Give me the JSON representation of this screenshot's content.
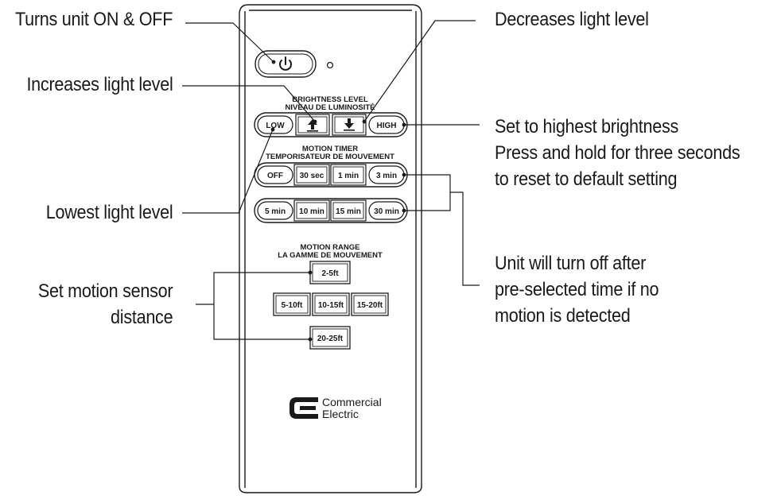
{
  "callouts": {
    "power": "Turns unit ON & OFF",
    "increase": "Increases light level",
    "decrease": "Decreases light level",
    "highest": [
      "Set to highest brightness",
      "Press and hold for three seconds",
      "to reset to default setting"
    ],
    "lowest": "Lowest light level",
    "timer": [
      "Unit will turn off after",
      "pre-selected time if no",
      "motion is detected"
    ],
    "range": [
      "Set motion sensor",
      "distance"
    ]
  },
  "remote": {
    "brightness_caption": [
      "BRIGHTNESS LEVEL",
      "NIVEAU DE LUMINOSITÉ"
    ],
    "brightness_buttons": [
      "LOW",
      "HIGH"
    ],
    "timer_caption": [
      "MOTION TIMER",
      "TEMPORISATEUR DE MOUVEMENT"
    ],
    "timer_row1": [
      "OFF",
      "30 sec",
      "1 min",
      "3 min"
    ],
    "timer_row2": [
      "5 min",
      "10 min",
      "15 min",
      "30 min"
    ],
    "range_caption": [
      "MOTION RANGE",
      "LA GAMME DE MOUVEMENT"
    ],
    "range_top": "2-5ft",
    "range_middle": [
      "5-10ft",
      "10-15ft",
      "15-20ft"
    ],
    "range_bottom": "20-25ft",
    "brand": [
      "Commercial",
      "Electric"
    ],
    "icons": [
      "power-icon",
      "arrow-up-icon",
      "arrow-down-icon",
      "commercial-electric-logo"
    ]
  },
  "colors": {
    "ink": "#1a1a1a",
    "background": "#ffffff"
  }
}
